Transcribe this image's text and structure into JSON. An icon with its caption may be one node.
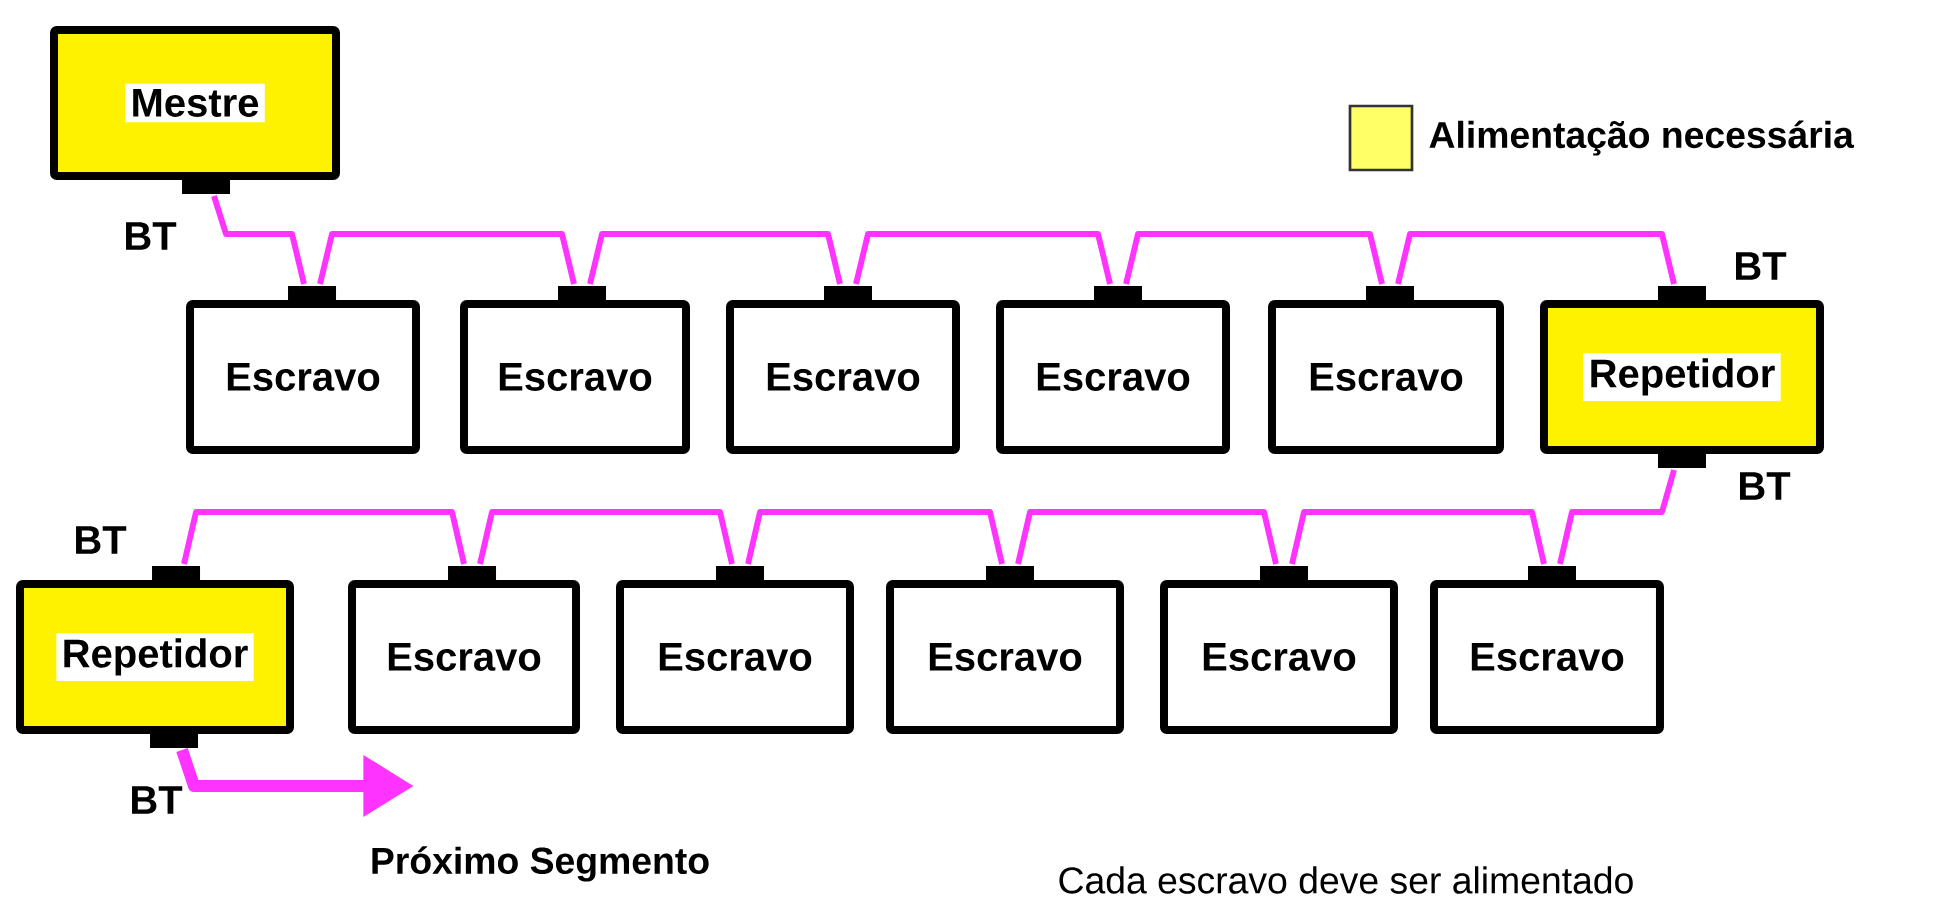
{
  "diagram": {
    "nodes": [
      {
        "text": [
          "Mestre"
        ],
        "beside": [
          "BT"
        ]
      },
      {
        "text": [
          "Escravo"
        ]
      },
      {
        "text": [
          "Escravo"
        ]
      },
      {
        "text": [
          "Escravo"
        ]
      },
      {
        "text": [
          "Escravo"
        ]
      },
      {
        "text": [
          "Escravo"
        ]
      },
      {
        "text": [
          "Repetidor"
        ],
        "beside": [
          "BT",
          "BT"
        ]
      },
      {
        "text": [
          "Repetidor"
        ],
        "beside": [
          "BT",
          "BT"
        ]
      },
      {
        "text": [
          "Escravo"
        ]
      },
      {
        "text": [
          "Escravo"
        ]
      },
      {
        "text": [
          "Escravo"
        ]
      },
      {
        "text": [
          "Escravo"
        ]
      },
      {
        "text": [
          "Escravo"
        ]
      }
    ],
    "edges": [
      {
        "from": 0,
        "to": 1,
        "arrow": "none"
      },
      {
        "from": 1,
        "to": 2,
        "arrow": "none"
      },
      {
        "from": 2,
        "to": 3,
        "arrow": "none"
      },
      {
        "from": 3,
        "to": 4,
        "arrow": "none"
      },
      {
        "from": 4,
        "to": 5,
        "arrow": "none"
      },
      {
        "from": 5,
        "to": 6,
        "arrow": "none"
      },
      {
        "from": 6,
        "to": 12,
        "arrow": "none"
      },
      {
        "from": 12,
        "to": 11,
        "arrow": "none"
      },
      {
        "from": 11,
        "to": 10,
        "arrow": "none"
      },
      {
        "from": 10,
        "to": 9,
        "arrow": "none"
      },
      {
        "from": 9,
        "to": 8,
        "arrow": "none"
      },
      {
        "from": 8,
        "to": 7,
        "arrow": "none"
      },
      {
        "from": 7,
        "to": null,
        "arrow": "to",
        "style": "thick"
      }
    ],
    "labels": [
      "Próximo Segmento",
      "Cada escravo deve ser alimentado"
    ],
    "legend": [
      {
        "text": "Alimentação necessária",
        "color": "#ffff66"
      }
    ]
  }
}
